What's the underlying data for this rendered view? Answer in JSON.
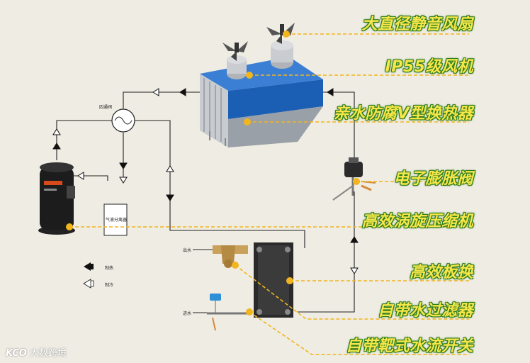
{
  "callouts": [
    {
      "text": "大直径静音风扇"
    },
    {
      "text": "IP55级风机"
    },
    {
      "text": "亲水防腐V型换热器"
    },
    {
      "text": "电子膨胀阀"
    },
    {
      "text": "高效涡旋压缩机"
    },
    {
      "text": "高效板换"
    },
    {
      "text": "自带水过滤器"
    },
    {
      "text": "自带靶式水流开关"
    }
  ],
  "diagram_labels": {
    "four_way_valve": "四通阀",
    "gas_liquid_separator": "气液分离器",
    "water_out": "出水",
    "water_in": "进水",
    "legend_heating": "制热",
    "legend_cooling": "制冷"
  },
  "watermark": {
    "logo": "KCO",
    "text": "大数跨境"
  },
  "colors": {
    "callout_text": "#f6e64a",
    "callout_outline": "#2d7d1c",
    "leader_line": "#f2b51c",
    "heat_exchanger": "#1b5fb5",
    "background": "#efece3"
  }
}
